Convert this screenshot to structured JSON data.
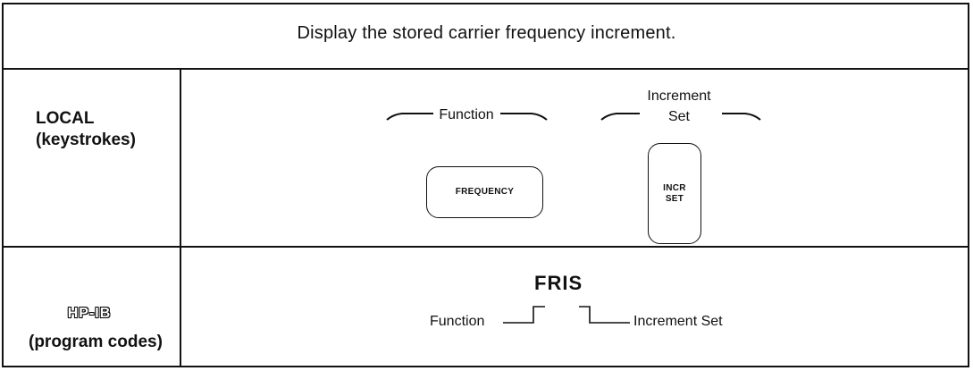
{
  "heading": "Display the stored carrier frequency increment.",
  "local": {
    "title": "LOCAL",
    "subtitle": "(keystrokes)",
    "groups": {
      "function_label": "Function",
      "increment_label_line1": "Increment",
      "increment_label_line2": "Set"
    },
    "keys": {
      "frequency": "FREQUENCY",
      "incr_line1": "INCR",
      "incr_line2": "SET"
    }
  },
  "hpib": {
    "logo_text": "HP-IB",
    "subtitle": "(program codes)",
    "code": "FRIS",
    "function_label": "Function",
    "increment_set_label": "Increment Set"
  }
}
